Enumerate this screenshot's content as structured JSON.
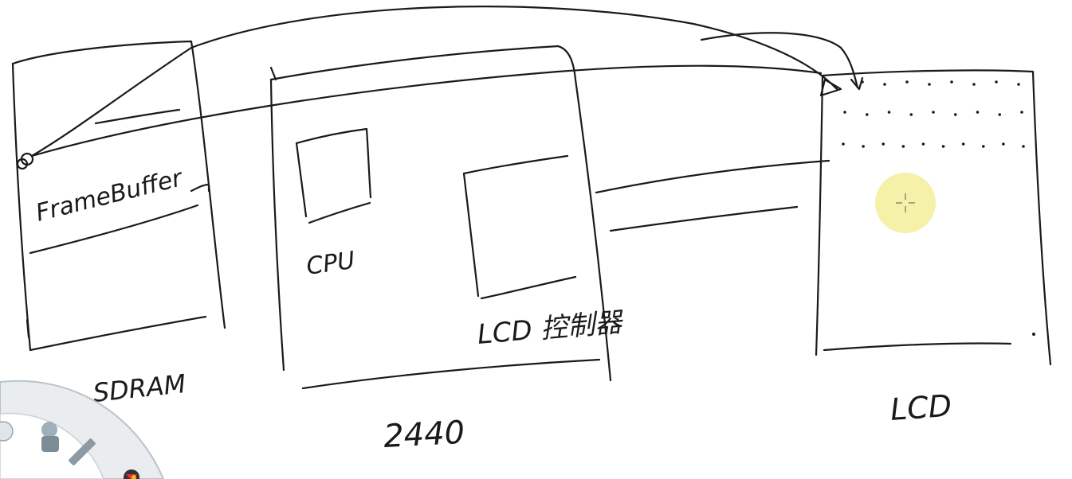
{
  "diagram": {
    "labels": {
      "framebuffer": "FrameBuffer",
      "sdram": "SDRAM",
      "cpu": "CPU",
      "lcd_controller": "LCD 控制器",
      "soc": "2440",
      "lcd": "LCD"
    }
  },
  "colors": {
    "ink": "#1a1a1a",
    "cursor_highlight": "#f4ee9a"
  },
  "icons": {
    "cursor": "crosshair-cursor-icon",
    "pen_tool_wheel": "pen-tool-wheel-icon"
  }
}
